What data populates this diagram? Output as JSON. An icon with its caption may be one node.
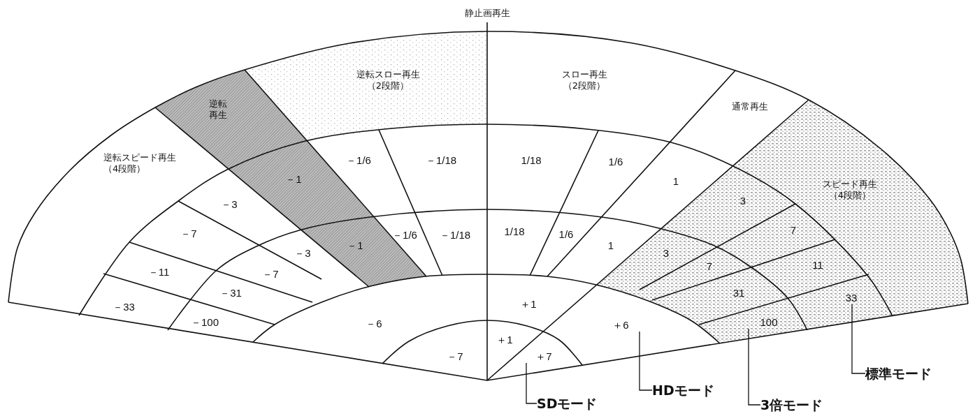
{
  "diagram": {
    "nodes": [
      {
        "text": [
          "逆転スピード再生（4段階）"
        ]
      },
      {
        "text": [
          "逆転再生"
        ]
      },
      {
        "text": [
          "逆転スロー再生（2段階）"
        ]
      },
      {
        "text": [
          "スロー再生（2段階）"
        ]
      },
      {
        "text": [
          "通常再生"
        ]
      },
      {
        "text": [
          "スピード再生（4段階）"
        ]
      },
      {
        "text": [
          "－33"
        ]
      },
      {
        "text": [
          "－11"
        ]
      },
      {
        "text": [
          "－7"
        ]
      },
      {
        "text": [
          "－3"
        ]
      },
      {
        "text": [
          "－1"
        ]
      },
      {
        "text": [
          "－1/6"
        ]
      },
      {
        "text": [
          "－1/18"
        ]
      },
      {
        "text": [
          "1/18"
        ]
      },
      {
        "text": [
          "1/6"
        ]
      },
      {
        "text": [
          "1"
        ]
      },
      {
        "text": [
          "3"
        ]
      },
      {
        "text": [
          "7"
        ]
      },
      {
        "text": [
          "11"
        ]
      },
      {
        "text": [
          "33"
        ]
      },
      {
        "text": [
          "－100"
        ]
      },
      {
        "text": [
          "－31"
        ]
      },
      {
        "text": [
          "－7"
        ]
      },
      {
        "text": [
          "－3"
        ]
      },
      {
        "text": [
          "－1"
        ]
      },
      {
        "text": [
          "－1/6"
        ]
      },
      {
        "text": [
          "－1/18"
        ]
      },
      {
        "text": [
          "1/18"
        ]
      },
      {
        "text": [
          "1/6"
        ]
      },
      {
        "text": [
          "1"
        ]
      },
      {
        "text": [
          "3"
        ]
      },
      {
        "text": [
          "7"
        ]
      },
      {
        "text": [
          "31"
        ]
      },
      {
        "text": [
          "100"
        ]
      },
      {
        "text": [
          "－6"
        ]
      },
      {
        "text": [
          "＋1"
        ]
      },
      {
        "text": [
          "＋6"
        ]
      },
      {
        "text": [
          "－7"
        ]
      },
      {
        "text": [
          "＋1"
        ]
      },
      {
        "text": [
          "＋7"
        ]
      },
      {
        "text": [
          "SDモード"
        ]
      },
      {
        "text": [
          "HDモード"
        ]
      },
      {
        "text": [
          "3倍モード"
        ]
      },
      {
        "text": [
          "標準モード"
        ]
      }
    ],
    "edges": [
      {
        "from": 40,
        "to": 39,
        "arrow": "none"
      },
      {
        "from": 41,
        "to": 36,
        "arrow": "none"
      },
      {
        "from": 42,
        "to": 33,
        "arrow": "none"
      },
      {
        "from": 43,
        "to": 19,
        "arrow": "none"
      }
    ],
    "labels": [
      "静止画再生"
    ]
  }
}
